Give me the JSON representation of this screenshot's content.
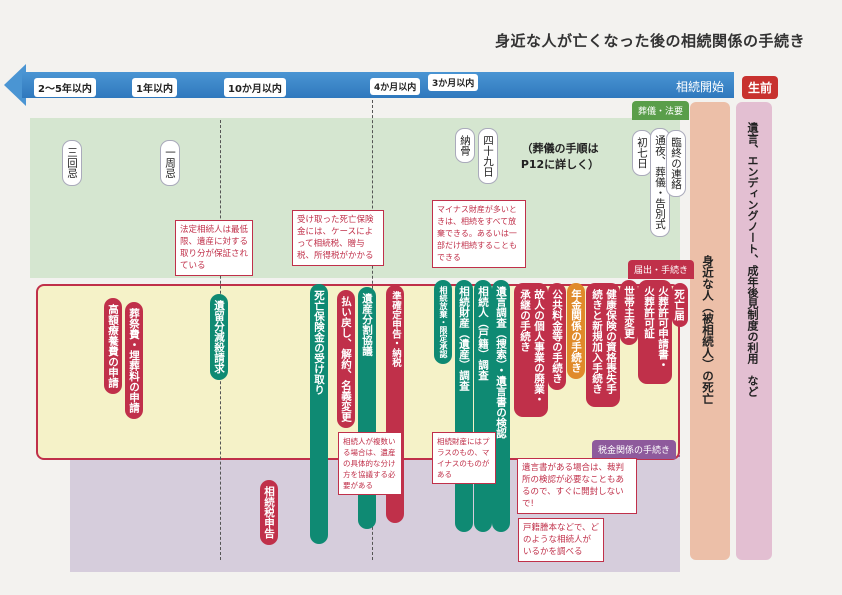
{
  "title": "身近な人が亡くなった後の相続関係の手続き",
  "timeline": {
    "labels": [
      "2〜5年以内",
      "1年以内",
      "10か月以内",
      "4か月以内",
      "3か月以内"
    ],
    "start": "相続開始",
    "before": "生前",
    "color": "#3a86c8"
  },
  "sections": {
    "funeral": {
      "label": "葬儀・法要",
      "color": "#5a9e4a"
    },
    "procedures": {
      "label": "届出・手続き",
      "color": "#c0304a"
    },
    "tax": {
      "label": "税金関係の手続き",
      "color": "#8e5a9c"
    }
  },
  "funeral_items": [
    "三回忌",
    "一周忌",
    "納骨",
    "四十九日",
    "初七日",
    "通夜、葬儀・告別式",
    "臨終の連絡"
  ],
  "funeral_note": "（葬儀の手順はP12に詳しく）",
  "procedure_items": [
    "高額療養費の申請",
    "葬祭費・埋葬料の申請",
    "遺留分減殺請求",
    "死亡保険金の受け取り",
    "払い戻し、解約、名義変更",
    "遺産分割協議",
    "準確定申告・納税",
    "相続放棄・限定承認",
    "相続財産（遺産）調査",
    "相続人（戸籍）調査",
    "遺言調査（捜索）・遺言書の検認",
    "故人の個人事業の廃業・承継の手続き",
    "公共料金等の手続き",
    "年金関係の手続き",
    "健康保険の資格喪失手続きと新規加入手続き",
    "世帯主変更",
    "火葬許可申請書・火葬許可証",
    "死亡届"
  ],
  "tax_items": [
    "相続税申告"
  ],
  "notes": [
    "法定相続人は最低限、遺産に対する取り分が保証されている",
    "受け取った死亡保険金には、ケースによって相続税、贈与税、所得税がかかる",
    "マイナス財産が多いときは、相続をすべて放棄できる。あるいは一部だけ相続することもできる",
    "相続人が複数いる場合は、遺産の具体的な分け方を協議する必要がある",
    "相続財産にはプラスのもの、マイナスのものがある",
    "遺言書がある場合は、裁判所の検認が必要なこともあるので、すぐに開封しないで!",
    "戸籍謄本などで、どのような相続人がいるかを調べる"
  ],
  "columns": {
    "death": "身近な人（被相続人）の死亡",
    "before": "遺言、エンディングノート、成年後見制度の利用　など"
  },
  "colors": {
    "red": "#c0304a",
    "teal": "#0f8a73",
    "orange": "#e08a2a"
  }
}
